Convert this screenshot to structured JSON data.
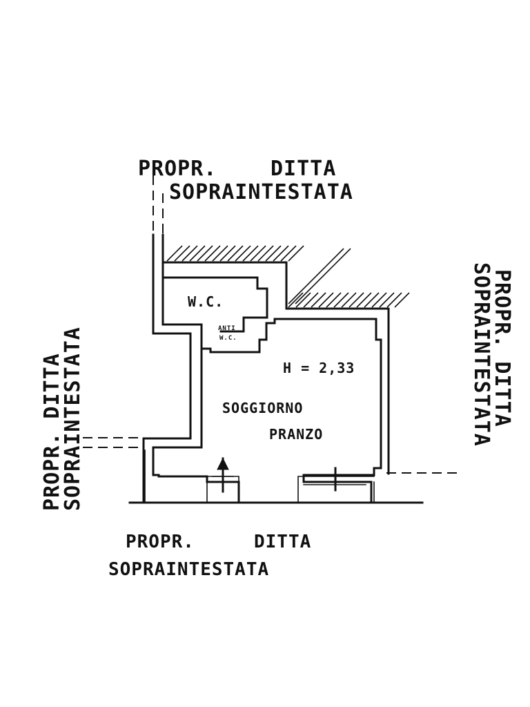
{
  "labels": {
    "top_line1": "PROPR.",
    "top_line1b": "DITTA",
    "top_line2": "SOPRAINTESTATA",
    "left_line1": "PROPR. DITTA",
    "left_line2": "SOPRAINTESTATA",
    "right_line1": "PROPR. DITTA",
    "right_line2": "SOPRAINTESTATA",
    "bottom_line1": "PROPR.",
    "bottom_line1b": "DITTA",
    "bottom_line2": "SOPRAINTESTATA"
  },
  "rooms": {
    "wc": "W.C.",
    "anti_wc_1": "ANTI",
    "anti_wc_2": "W.C.",
    "height": "H = 2,33",
    "living_1": "SOGGIORNO",
    "living_2": "PRANZO"
  }
}
